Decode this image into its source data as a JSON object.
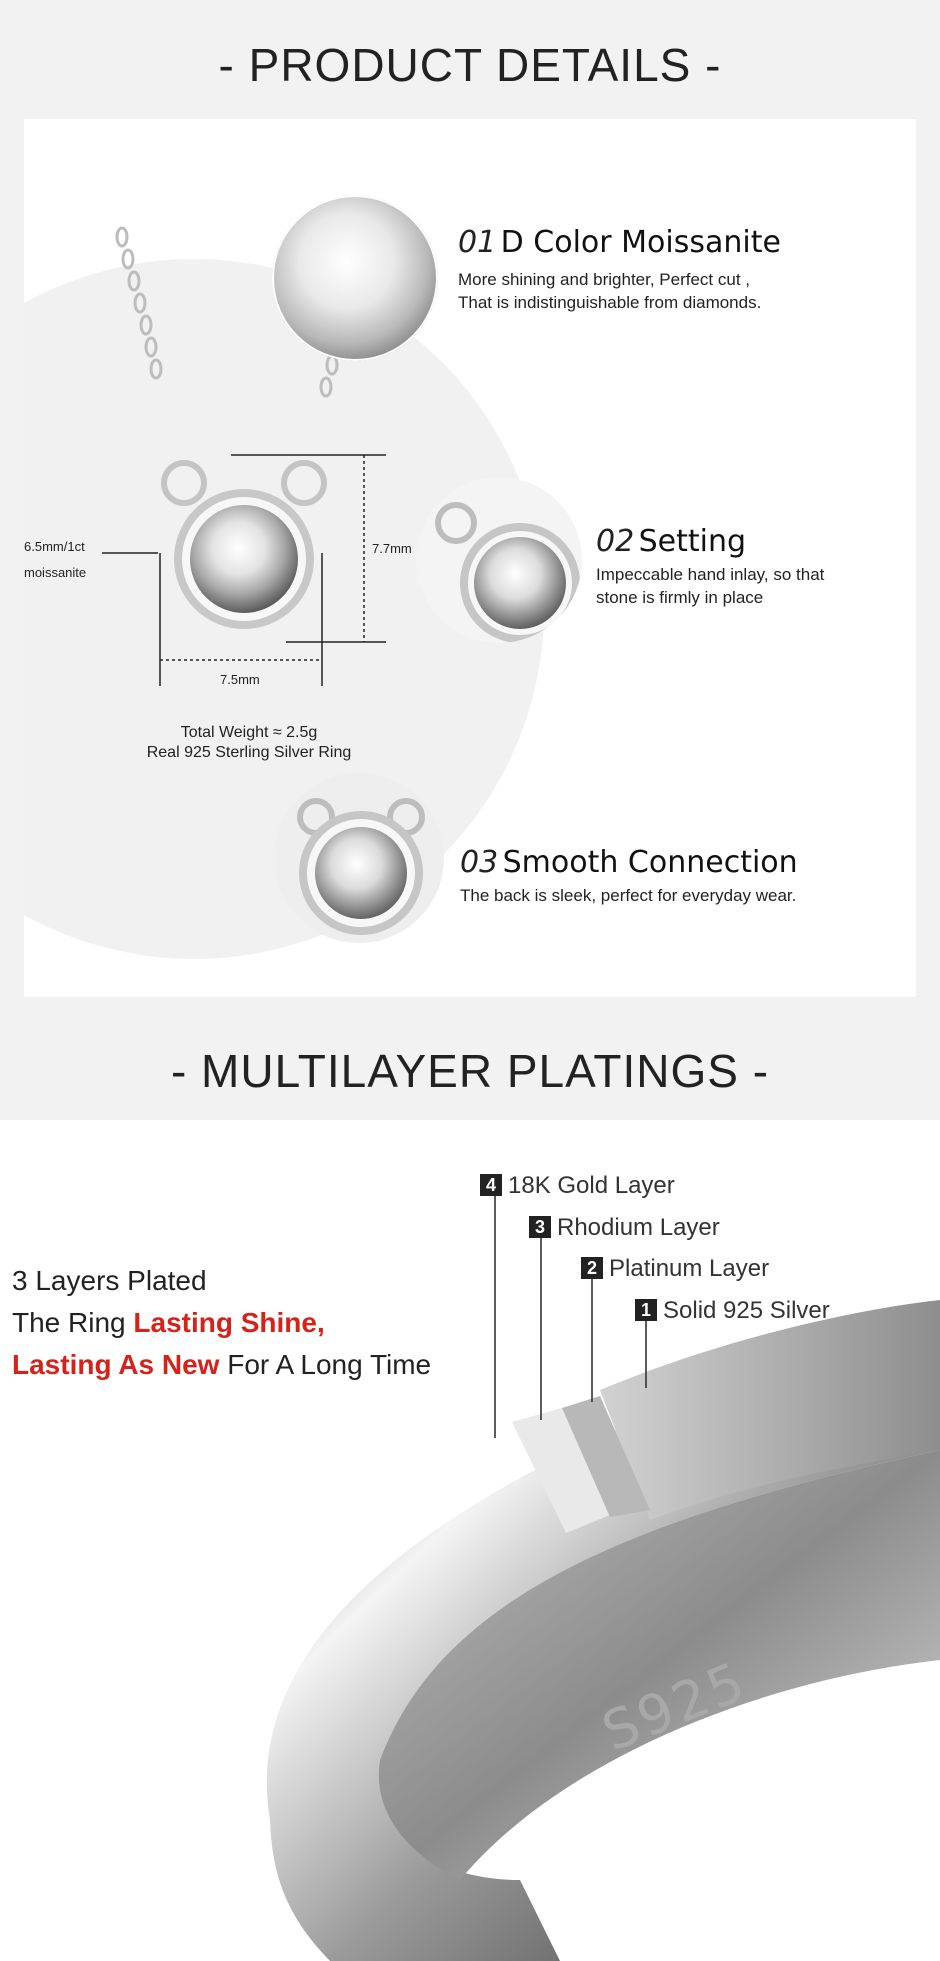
{
  "product_details": {
    "heading": "- PRODUCT DETAILS -",
    "dimensions": {
      "stone_size": "6.5mm/1ct",
      "stone_type": "moissanite",
      "height": "7.7mm",
      "width": "7.5mm"
    },
    "weight_note": {
      "line1": "Total Weight ≈ 2.5g",
      "line2": "Real 925 Sterling Silver Ring"
    },
    "features": [
      {
        "num": "01",
        "title": "D Color Moissanite",
        "desc1": "More shining and brighter, Perfect cut ,",
        "desc2": "That is indistinguishable from diamonds."
      },
      {
        "num": "02",
        "title": "Setting",
        "desc1": "Impeccable hand inlay, so that",
        "desc2": "stone is firmly in place"
      },
      {
        "num": "03",
        "title": "Smooth Connection",
        "desc1": "The back is sleek, perfect for everyday wear.",
        "desc2": ""
      }
    ]
  },
  "platings": {
    "heading": "- MULTILAYER PLATINGS -",
    "layers": [
      {
        "num": "4",
        "label": "18K Gold Layer"
      },
      {
        "num": "3",
        "label": "Rhodium Layer"
      },
      {
        "num": "2",
        "label": "Platinum Layer"
      },
      {
        "num": "1",
        "label": "Solid 925 Silver"
      }
    ],
    "tagline": {
      "line1": "3 Layers Plated",
      "line2_prefix": "The Ring ",
      "line2_highlight": "Lasting Shine,",
      "line3_highlight": "Lasting As New",
      "line3_suffix": " For A Long Time"
    },
    "engraving": "S925"
  },
  "colors": {
    "background": "#f2f2f2",
    "panel": "#ffffff",
    "highlight_red": "#d6221b",
    "text": "#222222"
  }
}
